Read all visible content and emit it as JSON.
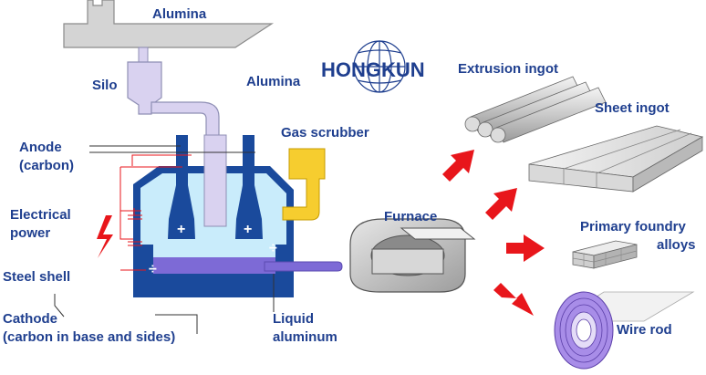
{
  "logo": {
    "text": "HONGKUN",
    "icon": "globe-icon",
    "color": "#1f3f8f"
  },
  "labels": {
    "alumina_ship": "Alumina",
    "silo": "Silo",
    "alumina_feed": "Alumina",
    "gas_scrubber": "Gas scrubber",
    "anode_line1": "Anode",
    "anode_line2": "(carbon)",
    "electrical_line1": "Electrical",
    "electrical_line2": "power",
    "steel_shell": "Steel shell",
    "cathode_line1": "Cathode",
    "cathode_line2": "(carbon in base and sides)",
    "liquid_line1": "Liquid",
    "liquid_line2": "aluminum",
    "furnace": "Furnace",
    "extrusion_ingot": "Extrusion ingot",
    "sheet_ingot": "Sheet ingot",
    "foundry_line1": "Primary foundry",
    "foundry_line2": "alloys",
    "wire_rod": "Wire rod"
  },
  "symbols": {
    "plus": "+",
    "minus": "÷"
  },
  "colors": {
    "label": "#1f3f8f",
    "pot_shell": "#1a4a9c",
    "electrolyte": "#c9ecfb",
    "liquid_metal": "#7d6ad6",
    "silo": "#d9d2f0",
    "gas_scrubber": "#f6cd2f",
    "arrow": "#e8161b",
    "ship": "#d4d4d4",
    "wire_rod": "#a88de8"
  }
}
